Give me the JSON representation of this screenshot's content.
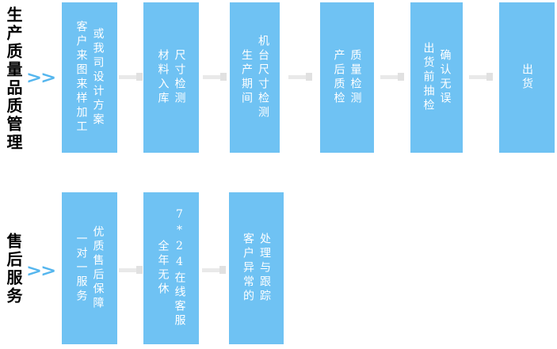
{
  "icons": {
    "double_chevron": ">>",
    "arrow_connector": "right-arrow"
  },
  "colors": {
    "box_blue": "#6fc2f3",
    "chevron_blue": "#55b6ee",
    "connector_gray": "#e9e9e9",
    "title_black": "#000000",
    "box_text_white": "#ffffff"
  },
  "rows": [
    {
      "title": "生产质量品质管理",
      "boxes": [
        {
          "columns": [
            "客户来图来样加工",
            "或我司设计方案"
          ]
        },
        {
          "columns": [
            "材料入库",
            "尺寸检测"
          ]
        },
        {
          "columns": [
            "生产期间",
            "机台尺寸检测"
          ]
        },
        {
          "columns": [
            "产后质检",
            "质量检测"
          ]
        },
        {
          "columns": [
            "出货前抽检",
            "确认无误"
          ]
        },
        {
          "columns": [
            "出货"
          ]
        }
      ]
    },
    {
      "title": "售后服务",
      "boxes": [
        {
          "columns": [
            "一对一服务",
            "优质售后保障"
          ]
        },
        {
          "columns": [
            "全年无休",
            "7*24在线客服"
          ]
        },
        {
          "columns": [
            "客户异常的",
            "处理与跟踪"
          ]
        }
      ]
    }
  ]
}
